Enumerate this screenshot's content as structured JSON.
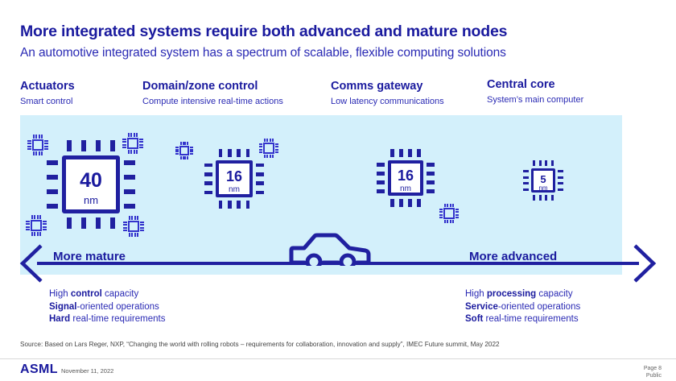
{
  "slide": {
    "title": "More integrated systems require both advanced and mature nodes",
    "subtitle": "An automotive integrated system has a spectrum of scalable, flexible computing solutions",
    "colors": {
      "brand_blue": "#1a1a9e",
      "panel_background": "#d3f0fb",
      "chip_outline": "#2020a0",
      "mini_chip_outline": "#3333cc",
      "chip_fill": "#ffffff"
    }
  },
  "columns": [
    {
      "heading": "Actuators",
      "sub": "Smart control"
    },
    {
      "heading": "Domain/zone control",
      "sub": "Compute intensive real-time actions"
    },
    {
      "heading": "Comms gateway",
      "sub": "Low latency communications"
    },
    {
      "heading": "Central core",
      "sub": "System’s main computer"
    }
  ],
  "chips": [
    {
      "node": "40",
      "unit": "nm",
      "column": "Actuators"
    },
    {
      "node": "16",
      "unit": "nm",
      "column": "Domain/zone control"
    },
    {
      "node": "16",
      "unit": "nm",
      "column": "Comms gateway"
    },
    {
      "node": "5",
      "unit": "nm",
      "column": "Central core"
    }
  ],
  "spectrum": {
    "left_label": "More mature",
    "right_label": "More advanced",
    "icon": "car-icon"
  },
  "bullets_left": [
    {
      "plain_start": "High ",
      "bold": "control",
      "plain_end": " capacity"
    },
    {
      "plain_start": "",
      "bold": "Signal",
      "plain_end": "-oriented operations"
    },
    {
      "plain_start": "",
      "bold": "Hard",
      "plain_end": " real-time requirements"
    }
  ],
  "bullets_right": [
    {
      "plain_start": "High ",
      "bold": "processing",
      "plain_end": " capacity"
    },
    {
      "plain_start": "",
      "bold": "Service",
      "plain_end": "-oriented operations"
    },
    {
      "plain_start": "",
      "bold": "Soft",
      "plain_end": " real-time requirements"
    }
  ],
  "source": "Source: Based on Lars Reger, NXP, “Changing the world with rolling robots – requirements for collaboration, innovation and supply”, IMEC Future summit, May 2022",
  "footer": {
    "logo": "ASML",
    "date": "November 11, 2022",
    "page": "Page 8",
    "classification": "Public"
  }
}
